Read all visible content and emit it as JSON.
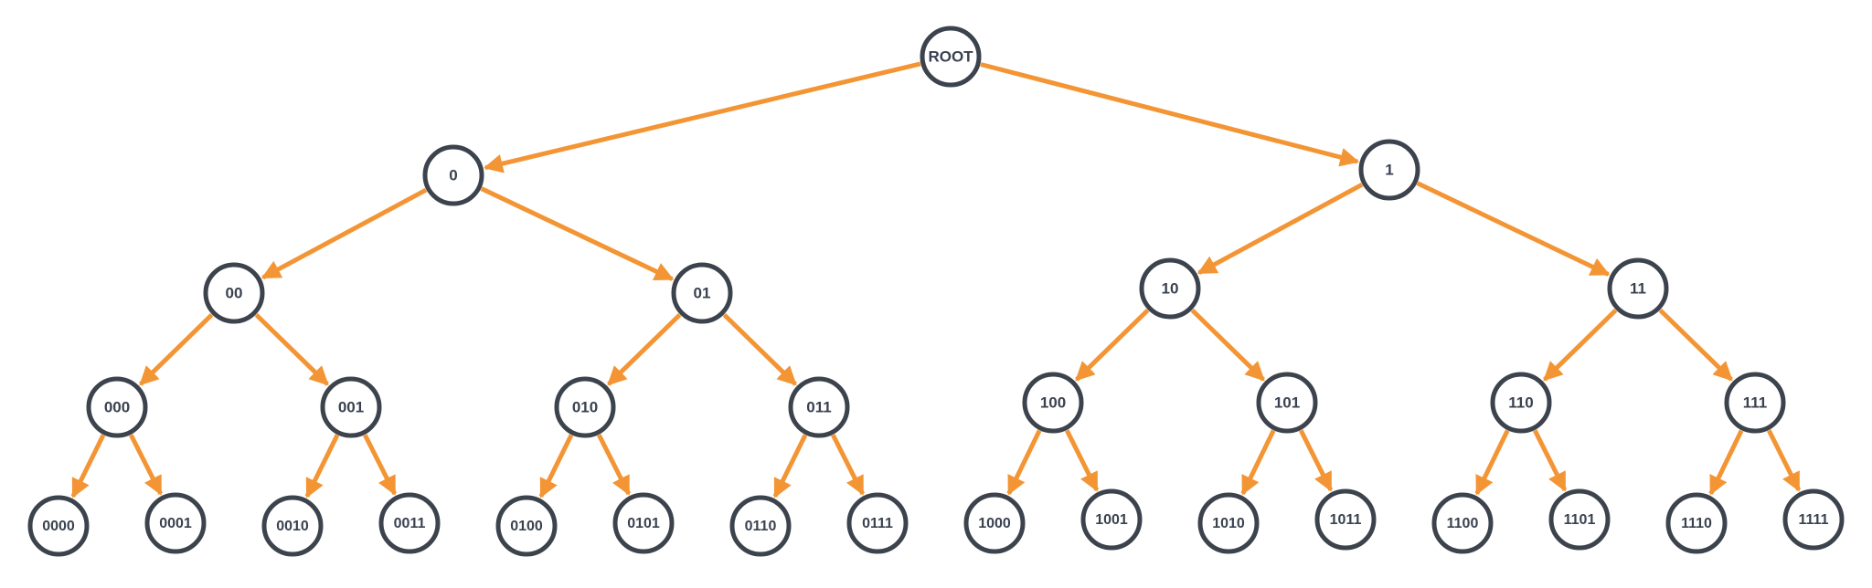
{
  "colors": {
    "edge": "#f39534",
    "node_stroke": "#3c434d",
    "node_fill": "#ffffff",
    "highlight_fill": "#c6f5c7",
    "label": "#3a4250"
  },
  "nodes": [
    {
      "id": "root",
      "label": "ROOT",
      "highlight": true
    },
    {
      "id": "n0",
      "label": "0",
      "highlight": false
    },
    {
      "id": "n1",
      "label": "1",
      "highlight": false
    },
    {
      "id": "n00",
      "label": "00",
      "highlight": false
    },
    {
      "id": "n01",
      "label": "01",
      "highlight": false
    },
    {
      "id": "n10",
      "label": "10",
      "highlight": true
    },
    {
      "id": "n11",
      "label": "11",
      "highlight": false
    },
    {
      "id": "n000",
      "label": "000",
      "highlight": false
    },
    {
      "id": "n001",
      "label": "001",
      "highlight": false
    },
    {
      "id": "n010",
      "label": "010",
      "highlight": false
    },
    {
      "id": "n011",
      "label": "011",
      "highlight": false
    },
    {
      "id": "n100",
      "label": "100",
      "highlight": false
    },
    {
      "id": "n101",
      "label": "101",
      "highlight": false
    },
    {
      "id": "n110",
      "label": "110",
      "highlight": false
    },
    {
      "id": "n111",
      "label": "111",
      "highlight": false
    },
    {
      "id": "n0000",
      "label": "0000",
      "highlight": false
    },
    {
      "id": "n0001",
      "label": "0001",
      "highlight": false
    },
    {
      "id": "n0010",
      "label": "0010",
      "highlight": false
    },
    {
      "id": "n0011",
      "label": "0011",
      "highlight": true
    },
    {
      "id": "n0100",
      "label": "0100",
      "highlight": false
    },
    {
      "id": "n0101",
      "label": "0101",
      "highlight": false
    },
    {
      "id": "n0110",
      "label": "0110",
      "highlight": true
    },
    {
      "id": "n0111",
      "label": "0111",
      "highlight": false
    },
    {
      "id": "n1000",
      "label": "1000",
      "highlight": true
    },
    {
      "id": "n1001",
      "label": "1001",
      "highlight": false
    },
    {
      "id": "n1010",
      "label": "1010",
      "highlight": false
    },
    {
      "id": "n1011",
      "label": "1011",
      "highlight": false
    },
    {
      "id": "n1100",
      "label": "1100",
      "highlight": false
    },
    {
      "id": "n1101",
      "label": "1101",
      "highlight": false
    },
    {
      "id": "n1110",
      "label": "1110",
      "highlight": false
    },
    {
      "id": "n1111",
      "label": "1111",
      "highlight": false
    }
  ],
  "edges": [
    [
      "root",
      "n0"
    ],
    [
      "root",
      "n1"
    ],
    [
      "n0",
      "n00"
    ],
    [
      "n0",
      "n01"
    ],
    [
      "n1",
      "n10"
    ],
    [
      "n1",
      "n11"
    ],
    [
      "n00",
      "n000"
    ],
    [
      "n00",
      "n001"
    ],
    [
      "n01",
      "n010"
    ],
    [
      "n01",
      "n011"
    ],
    [
      "n10",
      "n100"
    ],
    [
      "n10",
      "n101"
    ],
    [
      "n11",
      "n110"
    ],
    [
      "n11",
      "n111"
    ],
    [
      "n000",
      "n0000"
    ],
    [
      "n000",
      "n0001"
    ],
    [
      "n001",
      "n0010"
    ],
    [
      "n001",
      "n0011"
    ],
    [
      "n010",
      "n0100"
    ],
    [
      "n010",
      "n0101"
    ],
    [
      "n011",
      "n0110"
    ],
    [
      "n011",
      "n0111"
    ],
    [
      "n100",
      "n1000"
    ],
    [
      "n100",
      "n1001"
    ],
    [
      "n101",
      "n1010"
    ],
    [
      "n101",
      "n1011"
    ],
    [
      "n110",
      "n1100"
    ],
    [
      "n110",
      "n1101"
    ],
    [
      "n111",
      "n1110"
    ],
    [
      "n111",
      "n1111"
    ]
  ]
}
